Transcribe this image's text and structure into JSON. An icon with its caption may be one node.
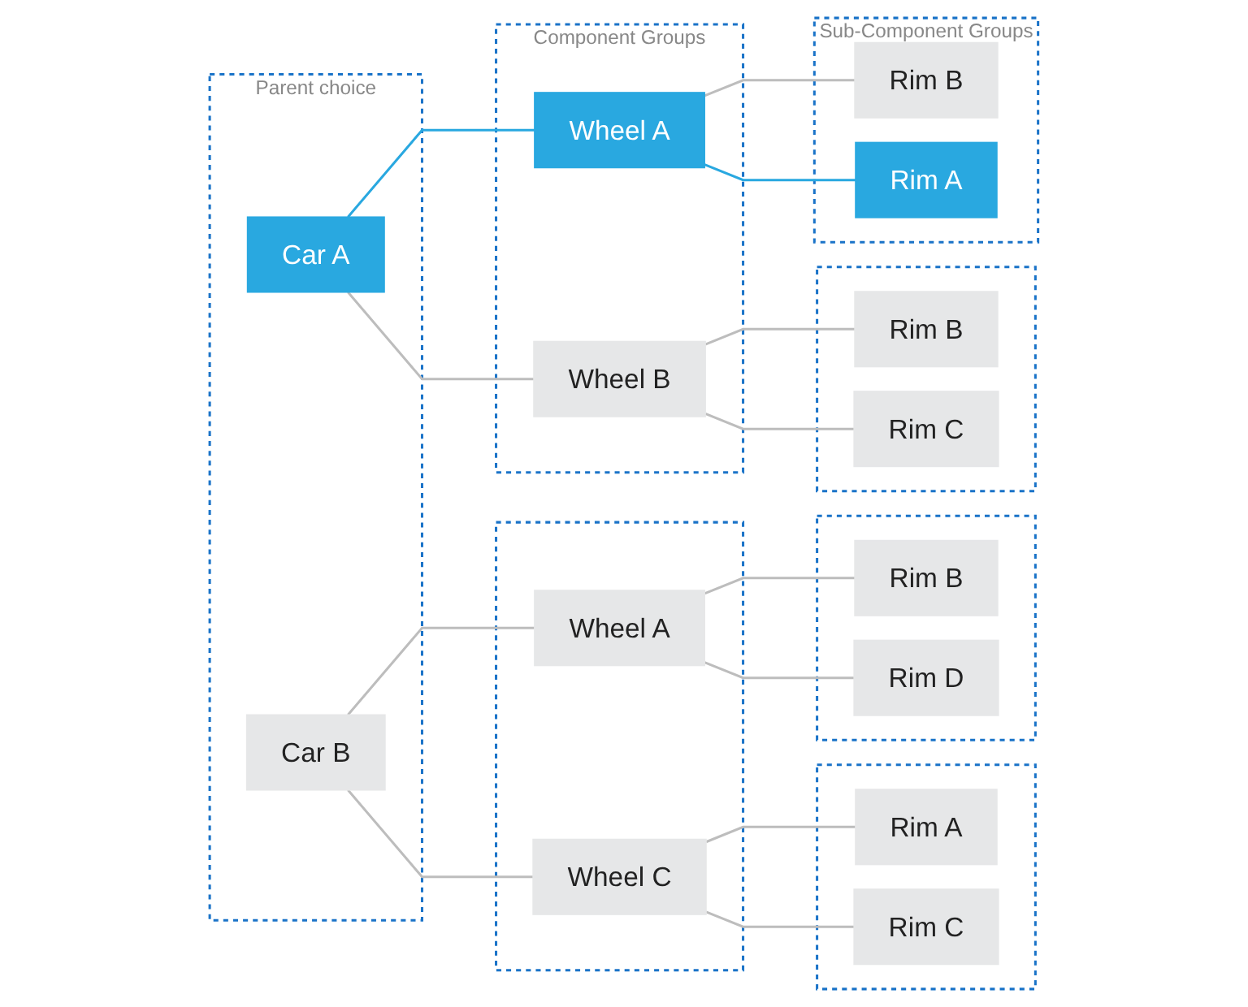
{
  "diagram": {
    "nodes": [
      {
        "text": [
          "Parent choice"
        ]
      },
      {
        "text": [
          "Car A"
        ],
        "in": 0
      },
      {
        "text": [
          "Car B"
        ],
        "in": 0
      },
      {
        "text": [
          "Component Groups"
        ]
      },
      {
        "text": [
          "Wheel A"
        ],
        "in": 3
      },
      {
        "text": [
          "Wheel B"
        ],
        "in": 3
      },
      {
        "text": [],
        "shape": "box"
      },
      {
        "text": [
          "Wheel A"
        ],
        "in": 6
      },
      {
        "text": [
          "Wheel C"
        ],
        "in": 6
      },
      {
        "text": [
          "Sub-Component Groups"
        ]
      },
      {
        "text": [
          "Rim A"
        ],
        "in": 9
      },
      {
        "text": [
          "Rim B"
        ],
        "in": 9
      },
      {
        "text": [],
        "shape": "box"
      },
      {
        "text": [
          "Rim C"
        ],
        "in": 12
      },
      {
        "text": [
          "Rim B"
        ],
        "in": 12
      },
      {
        "text": [],
        "shape": "box"
      },
      {
        "text": [
          "Rim D"
        ],
        "in": 15
      },
      {
        "text": [
          "Rim B"
        ],
        "in": 15
      },
      {
        "text": [],
        "shape": "box"
      },
      {
        "text": [
          "Rim C"
        ],
        "in": 18
      },
      {
        "text": [
          "Rim A"
        ],
        "in": 18
      }
    ],
    "edges": [
      {
        "from": 1,
        "to": 4,
        "arrow": "none",
        "color": "#29a8e0"
      },
      {
        "from": 1,
        "to": 5,
        "arrow": "none"
      },
      {
        "from": 2,
        "to": 7,
        "arrow": "none"
      },
      {
        "from": 2,
        "to": 8,
        "arrow": "none"
      },
      {
        "from": 4,
        "to": 10,
        "arrow": "none",
        "color": "#29a8e0"
      },
      {
        "from": 4,
        "to": 11,
        "arrow": "none"
      },
      {
        "from": 5,
        "to": 13,
        "arrow": "none"
      },
      {
        "from": 5,
        "to": 14,
        "arrow": "none"
      },
      {
        "from": 7,
        "to": 16,
        "arrow": "none"
      },
      {
        "from": 7,
        "to": 17,
        "arrow": "none"
      },
      {
        "from": 8,
        "to": 19,
        "arrow": "none"
      },
      {
        "from": 8,
        "to": 20,
        "arrow": "none"
      }
    ]
  }
}
